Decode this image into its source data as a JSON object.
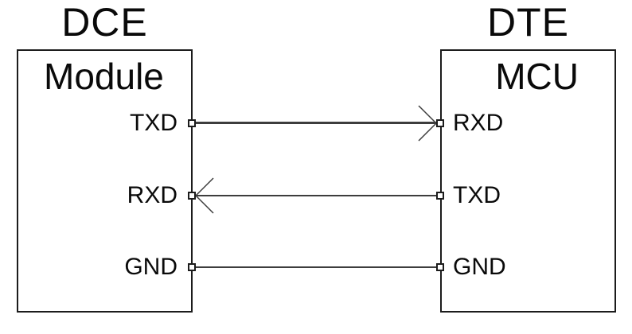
{
  "diagram": {
    "blocks": {
      "dce": {
        "heading": "DCE",
        "label": "Module",
        "pins": [
          "TXD",
          "RXD",
          "GND"
        ]
      },
      "dte": {
        "heading": "DTE",
        "label": "MCU",
        "pins": [
          "RXD",
          "TXD",
          "GND"
        ]
      }
    },
    "connections": [
      {
        "from": "Module.TXD",
        "to": "MCU.RXD",
        "arrow": "to-right"
      },
      {
        "from": "MCU.TXD",
        "to": "Module.RXD",
        "arrow": "to-left"
      },
      {
        "from": "Module.GND",
        "to": "MCU.GND",
        "arrow": "none"
      }
    ],
    "colors": {
      "background": "#ffffff",
      "text": "#0a0a0a",
      "box_border": "#1c1c1c",
      "wire": "#3d3d3d"
    }
  }
}
